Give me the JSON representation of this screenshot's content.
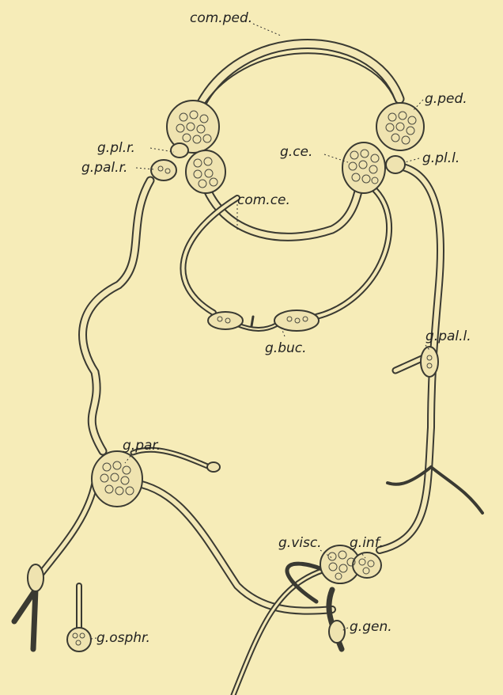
{
  "labels": {
    "com_ped": "com.ped.",
    "g_ped": "g.ped.",
    "g_pl_r": "g.pl.r.",
    "g_pal_r": "g.pal.r.",
    "g_ce": "g.ce.",
    "g_pl_l": "g.pl.l.",
    "com_ce": "com.ce.",
    "g_buc": "g.buc.",
    "g_pal_l": "g.pal.l.",
    "g_par": "g.par.",
    "g_visc": "g.visc.",
    "g_inf": "g.inf.",
    "g_osphr": "g.osphr.",
    "g_gen": "g.gen."
  },
  "colors": {
    "background": "#f6ecb8",
    "ink": "#3a3a32",
    "ganglion_fill": "#efe3b0"
  }
}
